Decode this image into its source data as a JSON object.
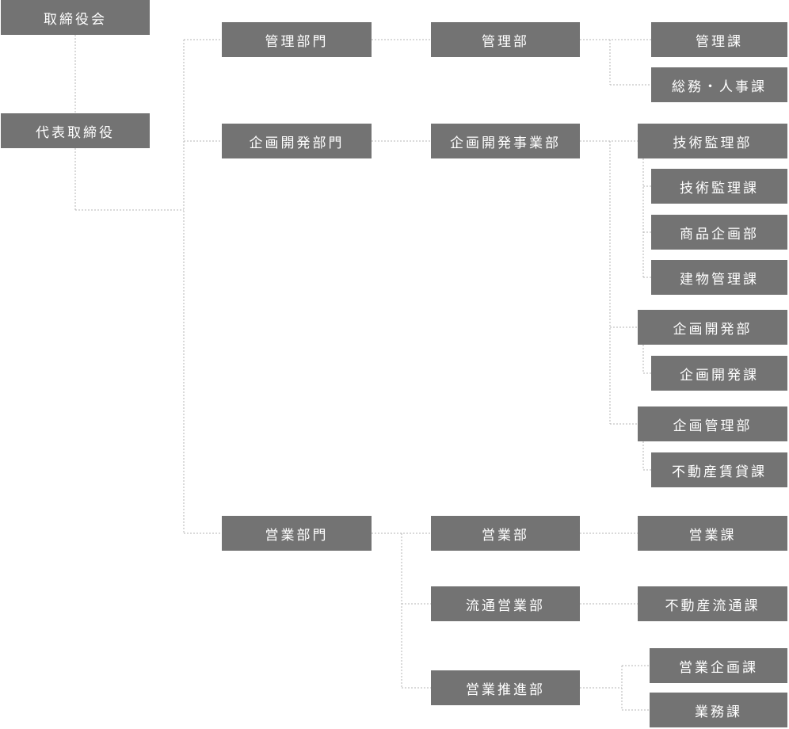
{
  "org_chart": {
    "board": "取締役会",
    "ceo": "代表取締役",
    "divisions": {
      "admin": {
        "name": "管理部門",
        "department": "管理部",
        "sections": [
          "管理課",
          "総務・人事課"
        ]
      },
      "planning": {
        "name": "企画開発部門",
        "department": "企画開発事業部",
        "technical_supervision": {
          "name": "技術監理部",
          "sections": [
            "技術監理課",
            "商品企画部",
            "建物管理課"
          ]
        },
        "development": {
          "name": "企画開発部",
          "sections": [
            "企画開発課"
          ]
        },
        "planning_management": {
          "name": "企画管理部",
          "sections": [
            "不動産賃貸課"
          ]
        }
      },
      "sales": {
        "name": "営業部門",
        "departments": [
          {
            "name": "営業部",
            "sections": [
              "営業課"
            ]
          },
          {
            "name": "流通営業部",
            "sections": [
              "不動産流通課"
            ]
          },
          {
            "name": "営業推進部",
            "sections": [
              "営業企画課",
              "業務課"
            ]
          }
        ]
      }
    }
  }
}
